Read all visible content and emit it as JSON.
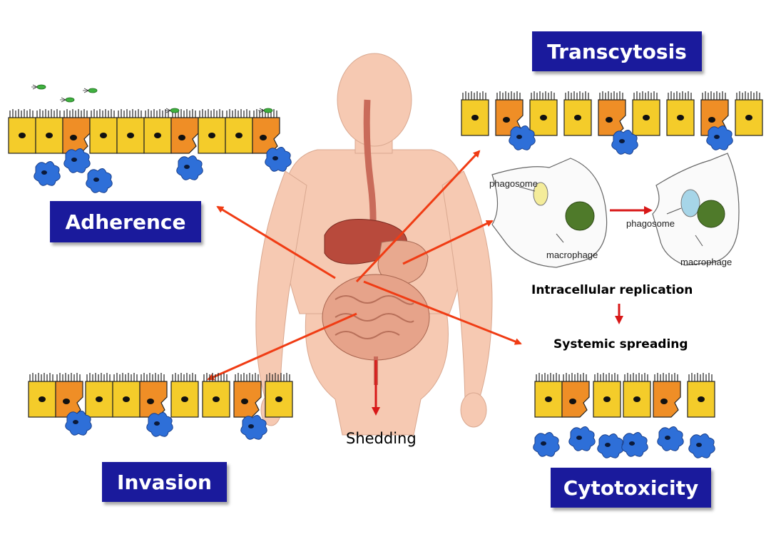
{
  "titles": {
    "transcytosis": "Transcytosis",
    "adherence": "Adherence",
    "invasion": "Invasion",
    "cytotoxicity": "Cytotoxicity"
  },
  "labels": {
    "intracellular_replication": "Intracellular replication",
    "systemic_spreading": "Systemic spreading",
    "shedding": "Shedding",
    "phagosome_left": "phagosome",
    "macrophage_left": "macrophage",
    "phagosome_right": "phagosome",
    "macrophage_right": "macrophage"
  },
  "colors": {
    "title_box": "#1a1a9c",
    "arrow": "#f03c14",
    "epithelial_cell": "#f4cc2a",
    "infected_cell": "#ef8e26",
    "immune_cell": "#2e6fd8",
    "skin": "#f6c9b2"
  }
}
